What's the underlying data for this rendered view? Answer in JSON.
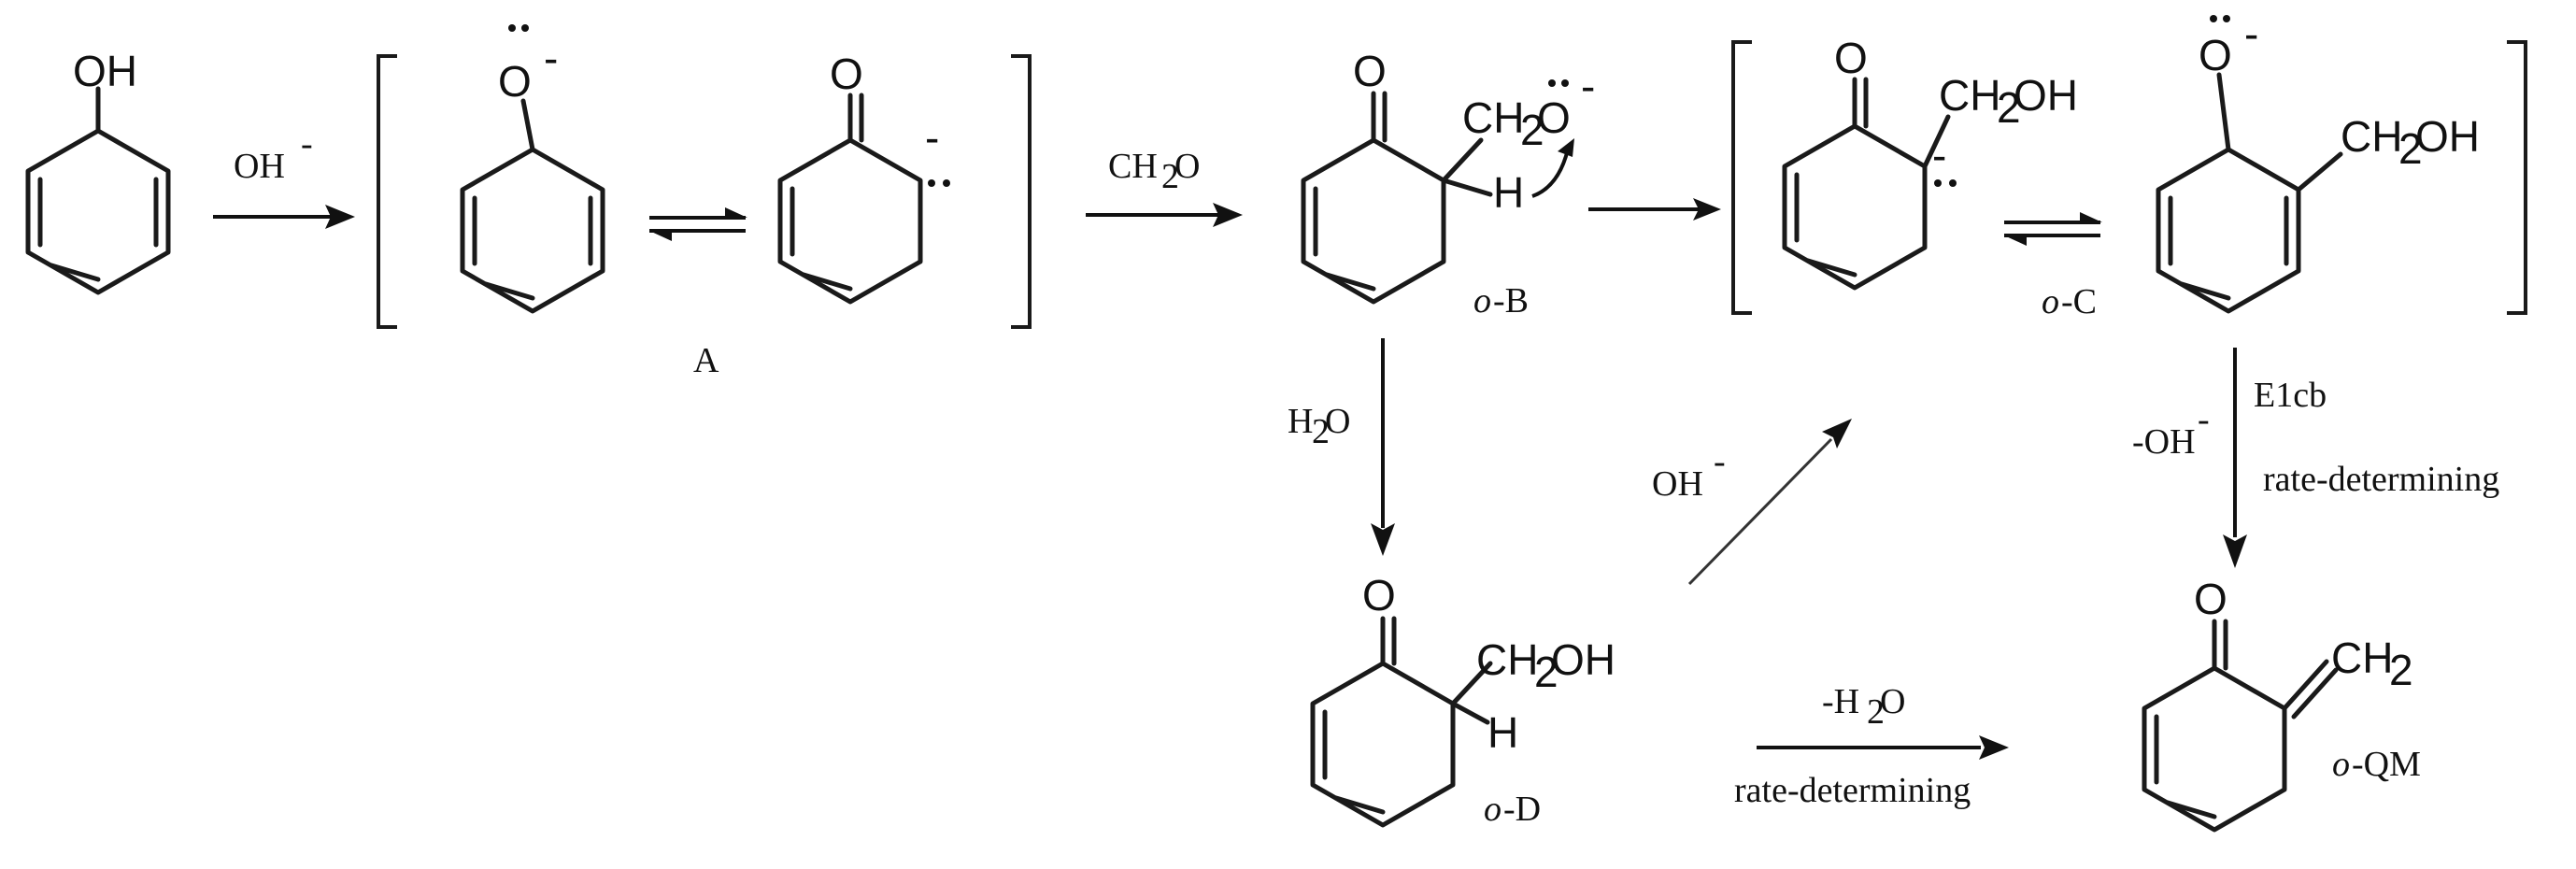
{
  "atoms": {
    "oh": "OH",
    "o": "O",
    "h": "H",
    "ch2": "CH",
    "sub2": "2",
    "minus": "-"
  },
  "arrow_labels": {
    "step1_reagent": "OH",
    "step1_charge": "-",
    "step2_reagent": "CH",
    "step2_sub": "2",
    "step2_suffix": "O",
    "step_d_reagent": "H",
    "step_d_sub": "2",
    "step_d_suffix": "O",
    "step_dc_reagent": "OH",
    "step_dc_charge": "-",
    "step_dqm_top": "-H",
    "step_dqm_sub": "2",
    "step_dqm_suffix": "O",
    "step_dqm_bottom": "rate-determining",
    "step_cqm_mech": "E1cb",
    "step_cqm_leaving": "-OH",
    "step_cqm_charge": "-",
    "step_cqm_note": "rate-determining"
  },
  "compound_labels": {
    "a": "A",
    "ob_prefix": "o",
    "ob_suffix": "-B",
    "oc_prefix": "o",
    "oc_suffix": "-C",
    "od_prefix": "o",
    "od_suffix": "-D",
    "oqm_prefix": "o",
    "oqm_suffix": "-QM"
  }
}
